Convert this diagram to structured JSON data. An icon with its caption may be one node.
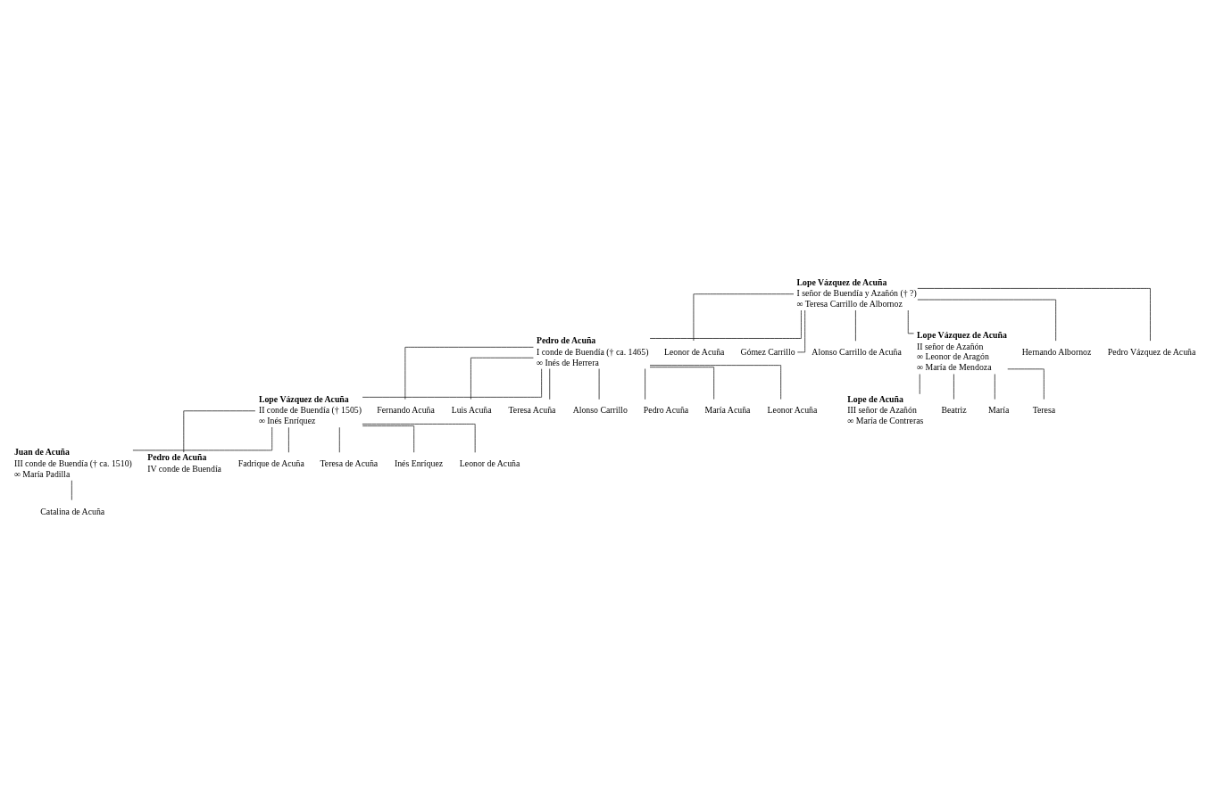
{
  "diagram": {
    "nodes": [
      {
        "text": [
          "Lope Vázquez de Acuña",
          "I señor de Buendía y Azañón († ?)",
          "∞ Teresa Carrillo de Albornoz"
        ]
      },
      {
        "text": [
          "Pedro de Acuña",
          "I conde de Buendía († ca. 1465)",
          "∞ Inés de Herrera"
        ]
      },
      {
        "text": [
          "Leonor de Acuña"
        ]
      },
      {
        "text": [
          "Gómez Carrillo"
        ]
      },
      {
        "text": [
          "Alonso Carrillo de Acuña"
        ]
      },
      {
        "text": [
          "Lope Vázquez de Acuña",
          "II señor de Azañón",
          "∞ Leonor de Aragón",
          "∞ María de Mendoza"
        ]
      },
      {
        "text": [
          "Hernando Albornoz"
        ]
      },
      {
        "text": [
          "Pedro Vázquez de Acuña"
        ]
      },
      {
        "text": [
          "Lope Vázquez de Acuña",
          "II conde de Buendía († 1505)",
          "∞ Inés Enríquez"
        ]
      },
      {
        "text": [
          "Fernando Acuña"
        ]
      },
      {
        "text": [
          "Luis Acuña"
        ]
      },
      {
        "text": [
          "Teresa Acuña"
        ]
      },
      {
        "text": [
          "Lope de Acuña",
          "III señor de Azañón",
          "∞ María de Contreras"
        ]
      },
      {
        "text": [
          "Beatriz"
        ]
      },
      {
        "text": [
          "María"
        ]
      },
      {
        "text": [
          "Teresa"
        ]
      },
      {
        "text": [
          "Alonso Carrillo"
        ]
      },
      {
        "text": [
          "Pedro Acuña"
        ]
      },
      {
        "text": [
          "María Acuña"
        ]
      },
      {
        "text": [
          "Leonor Acuña"
        ]
      },
      {
        "text": [
          "Juan de Acuña",
          "III conde de Buendía († ca. 1510)",
          "∞ María Padilla"
        ]
      },
      {
        "text": [
          "Pedro de Acuña",
          "IV conde de Buendía"
        ]
      },
      {
        "text": [
          "Fadrique de Acuña"
        ]
      },
      {
        "text": [
          "Teresa de Acuña"
        ]
      },
      {
        "text": [
          "Inés Enríquez"
        ]
      },
      {
        "text": [
          "Leonor de Acuña"
        ]
      },
      {
        "text": [
          "Catalina de Acuña"
        ]
      }
    ],
    "edges": [
      {
        "from": 0,
        "to": 1,
        "arrow": "none"
      },
      {
        "from": 0,
        "to": 2,
        "arrow": "none"
      },
      {
        "from": 0,
        "to": 3,
        "arrow": "none"
      },
      {
        "from": 0,
        "to": 4,
        "arrow": "none"
      },
      {
        "from": 0,
        "to": 5,
        "arrow": "none"
      },
      {
        "from": 0,
        "to": 6,
        "arrow": "none"
      },
      {
        "from": 0,
        "to": 7,
        "arrow": "none"
      },
      {
        "from": 1,
        "to": 8,
        "arrow": "none"
      },
      {
        "from": 1,
        "to": 9,
        "arrow": "none"
      },
      {
        "from": 1,
        "to": 10,
        "arrow": "none"
      },
      {
        "from": 1,
        "to": 11,
        "arrow": "none"
      },
      {
        "from": 1,
        "to": 16,
        "arrow": "none"
      },
      {
        "from": 1,
        "to": 17,
        "arrow": "none"
      },
      {
        "from": 1,
        "to": 18,
        "arrow": "none"
      },
      {
        "from": 1,
        "to": 19,
        "arrow": "none"
      },
      {
        "from": 5,
        "to": 12,
        "arrow": "none"
      },
      {
        "from": 5,
        "to": 13,
        "arrow": "none"
      },
      {
        "from": 5,
        "to": 14,
        "arrow": "none"
      },
      {
        "from": 5,
        "to": 15,
        "arrow": "none"
      },
      {
        "from": 8,
        "to": 20,
        "arrow": "none"
      },
      {
        "from": 8,
        "to": 21,
        "arrow": "none"
      },
      {
        "from": 8,
        "to": 22,
        "arrow": "none"
      },
      {
        "from": 8,
        "to": 23,
        "arrow": "none"
      },
      {
        "from": 8,
        "to": 24,
        "arrow": "none"
      },
      {
        "from": 8,
        "to": 25,
        "arrow": "none"
      },
      {
        "from": 20,
        "to": 26,
        "arrow": "none"
      }
    ]
  }
}
